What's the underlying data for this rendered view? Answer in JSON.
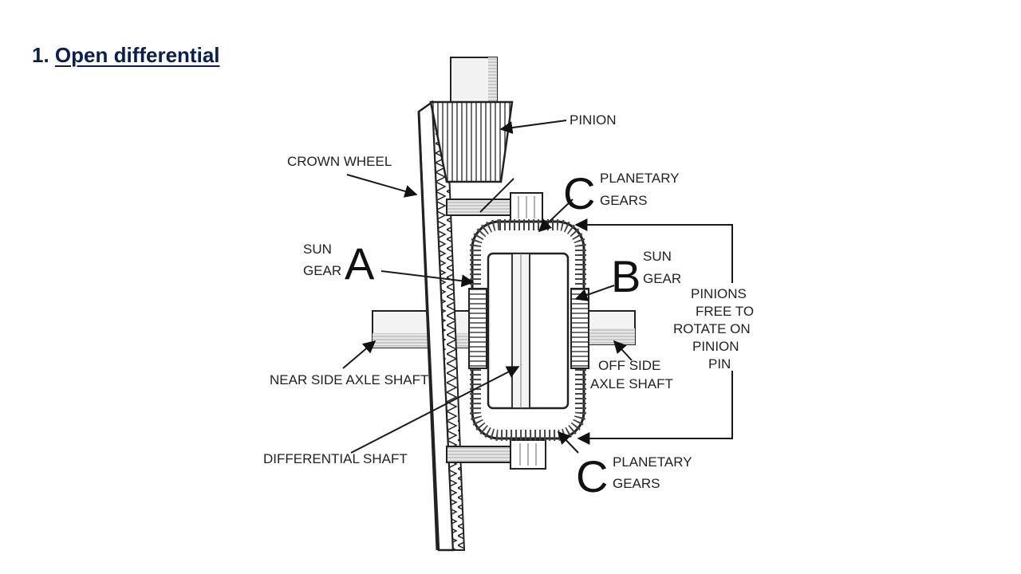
{
  "title": {
    "number": "1.",
    "text": "Open differential"
  },
  "diagram": {
    "labels": {
      "pinion": "PINION",
      "crown_wheel": "CROWN WHEEL",
      "planetary_top_1": "PLANETARY",
      "planetary_top_2": "GEARS",
      "sun_left_1": "SUN",
      "sun_left_2": "GEAR",
      "sun_right_1": "SUN",
      "sun_right_2": "GEAR",
      "pinions_free_1": "PINIONS",
      "pinions_free_2": "FREE TO",
      "pinions_free_3": "ROTATE ON",
      "pinions_free_4": "PINION",
      "pinions_free_5": "PIN",
      "near_axle": "NEAR SIDE AXLE SHAFT",
      "off_axle_1": "OFF SIDE",
      "off_axle_2": "AXLE SHAFT",
      "diff_shaft": "DIFFERENTIAL SHAFT",
      "planetary_bot_1": "PLANETARY",
      "planetary_bot_2": "GEARS"
    },
    "markers": {
      "a": "A",
      "b": "B",
      "c_top": "C",
      "c_bottom": "C"
    }
  }
}
